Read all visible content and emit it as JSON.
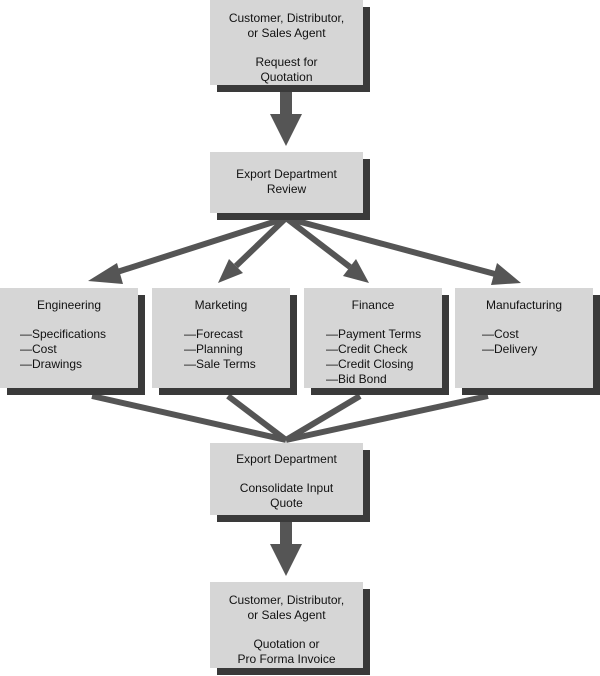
{
  "nodes": {
    "customer_request": {
      "title_lines": [
        "Customer, Distributor,",
        "or Sales Agent"
      ],
      "body_lines": [
        "Request for",
        "Quotation"
      ]
    },
    "export_review": {
      "title_lines": [
        "Export Department",
        "Review"
      ]
    },
    "engineering": {
      "title": "Engineering",
      "items": [
        "—Specifications",
        "—Cost",
        "—Drawings"
      ]
    },
    "marketing": {
      "title": "Marketing",
      "items": [
        "—Forecast",
        "—Planning",
        "—Sale Terms"
      ]
    },
    "finance": {
      "title": "Finance",
      "items": [
        "—Payment Terms",
        "—Credit Check",
        "—Credit Closing",
        "—Bid Bond"
      ]
    },
    "manufacturing": {
      "title": "Manufacturing",
      "items": [
        "—Cost",
        "—Delivery"
      ]
    },
    "export_consolidate": {
      "title_lines": [
        "Export Department"
      ],
      "body_lines": [
        "Consolidate Input",
        "Quote"
      ]
    },
    "customer_quotation": {
      "title_lines": [
        "Customer, Distributor,",
        "or Sales Agent"
      ],
      "body_lines": [
        "Quotation or",
        "Pro Forma Invoice"
      ]
    }
  },
  "colors": {
    "box_fill": "#d6d6d6",
    "box_shadow": "#3a3a3a",
    "connector": "#555555"
  }
}
